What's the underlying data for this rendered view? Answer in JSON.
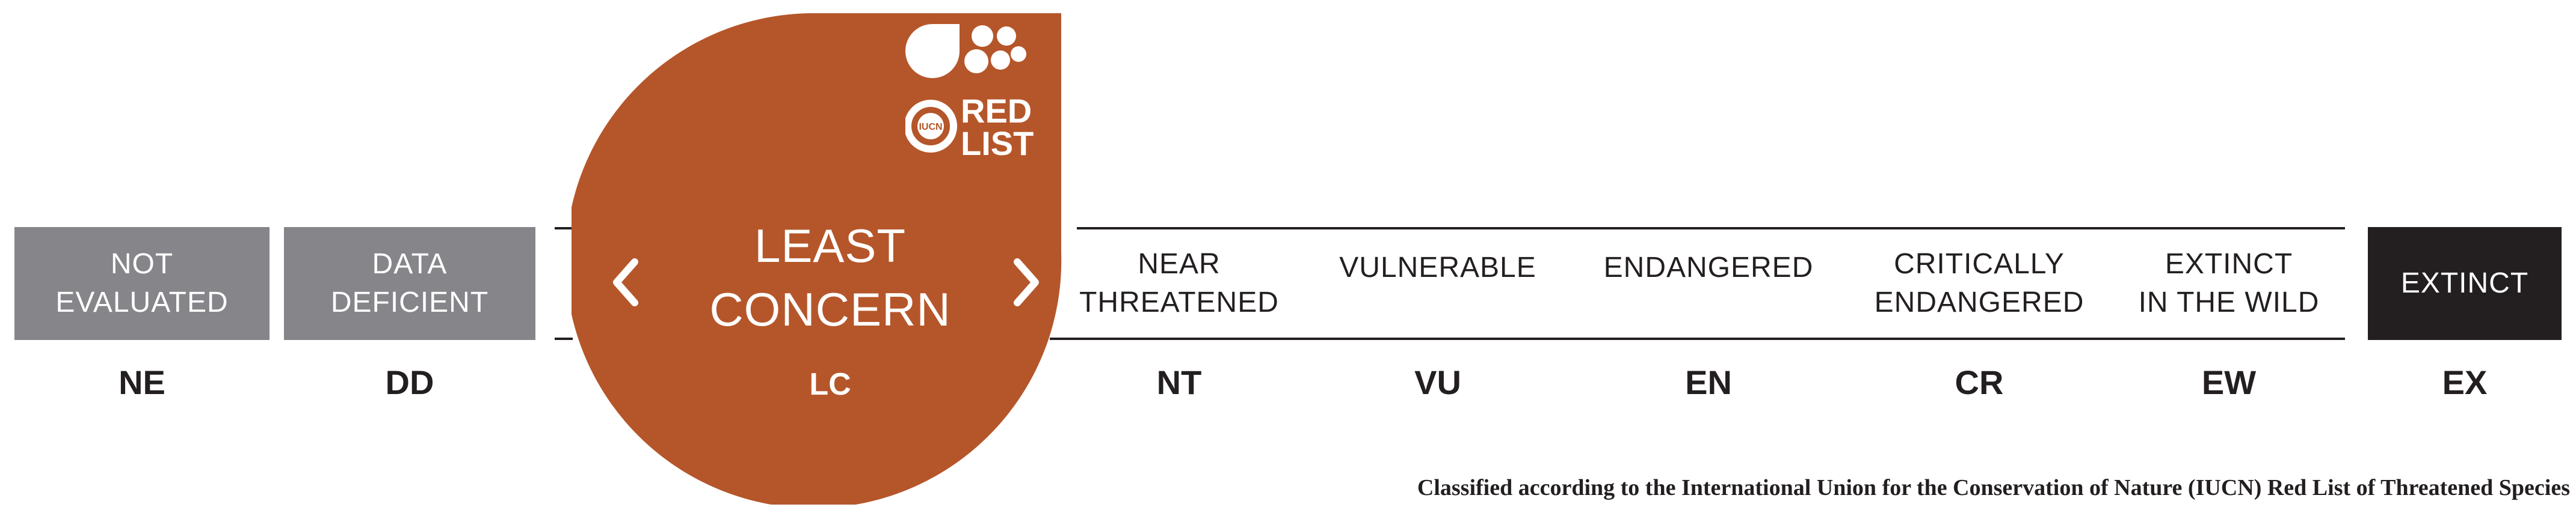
{
  "categories": [
    {
      "code": "NE",
      "label": "NOT\nEVALUATED"
    },
    {
      "code": "DD",
      "label": "DATA\nDEFICIENT"
    },
    {
      "code": "LC",
      "label": "LEAST\nCONCERN"
    },
    {
      "code": "NT",
      "label": "NEAR\nTHREATENED"
    },
    {
      "code": "VU",
      "label": "VULNERABLE"
    },
    {
      "code": "EN",
      "label": "ENDANGERED"
    },
    {
      "code": "CR",
      "label": "CRITICALLY\nENDANGERED"
    },
    {
      "code": "EW",
      "label": "EXTINCT\nIN THE WILD"
    },
    {
      "code": "EX",
      "label": "EXTINCT"
    }
  ],
  "selected_code": "LC",
  "logo": {
    "line1": "RED",
    "line2": "LIST",
    "badge": "IUCN"
  },
  "footer": "Classified according to the International Union for the Conservation of Nature (IUCN) Red List of Threatened Species",
  "colors": {
    "highlight": "#b5562a",
    "grey_box": "#85858a",
    "black_box": "#231f20",
    "text_dark": "#231f20",
    "white": "#ffffff"
  }
}
